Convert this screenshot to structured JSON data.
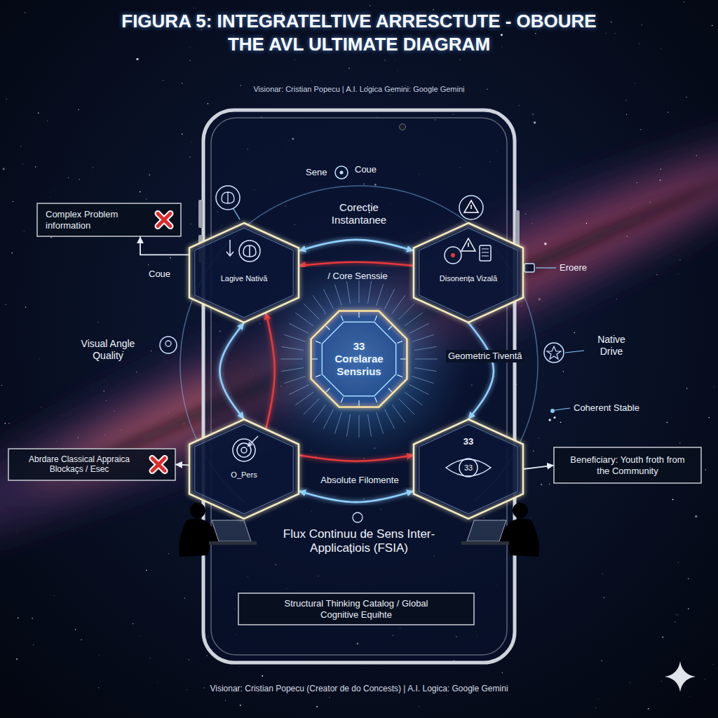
{
  "diagram": {
    "title": "FIGURA 5: INTEGRATELTIVE ARRESCTUTE - OBOURE THE AVL ULTIMATE DIAGRAM",
    "caption": "Visionar: Cristian Popecu (Creator de do Concests) | A.I. Logica: Google Gemini",
    "nodes": [
      {
        "text": [
          "Complex Problem information"
        ]
      },
      {
        "text": [
          "Lagive Nativă"
        ]
      },
      {
        "text": [
          "Disonența Vizală"
        ]
      },
      {
        "text": [
          "33 Corelarae Sensrius"
        ]
      },
      {
        "text": [
          "Abrdare Classical Appraica Blockaçs / Esec"
        ]
      },
      {
        "text": [
          "O_Pers"
        ]
      },
      {
        "text": [
          "33",
          "33"
        ]
      },
      {
        "text": [
          "Beneficiary: Youth froth from the Community"
        ]
      },
      {
        "text": [
          "Structural Thinking Catalog / Global Cognitive Equihte"
        ]
      }
    ],
    "edges": [
      {
        "from": 1,
        "to": 0,
        "arrow": "to"
      },
      {
        "from": 5,
        "to": 4,
        "arrow": "to"
      },
      {
        "from": 6,
        "to": 7,
        "arrow": "to"
      },
      {
        "from": 1,
        "to": 2,
        "arrow": "both"
      },
      {
        "from": 2,
        "to": 1,
        "arrow": "to"
      },
      {
        "from": 1,
        "to": 5,
        "arrow": "both"
      },
      {
        "from": 5,
        "to": 1,
        "arrow": "to"
      },
      {
        "from": 2,
        "to": 6,
        "arrow": "to"
      },
      {
        "from": 5,
        "to": 6,
        "arrow": "both"
      },
      {
        "from": 5,
        "to": 6,
        "arrow": "to"
      }
    ],
    "labels": [
      "Visionar: Cristian Popecu | A.I. Logica Gemini: Google Gemini",
      "Sene",
      "Coue",
      "Corecție Instantanee",
      "/ Core Senssie",
      "Coue",
      "Visual Angle Quality",
      "Geometric Tiventă",
      "Eroere",
      "Native Drive",
      "Coherent Stable",
      "Absolute Filomente",
      "Flux Continuu de Sens Inter-Applicațiois (FSIA)"
    ]
  }
}
